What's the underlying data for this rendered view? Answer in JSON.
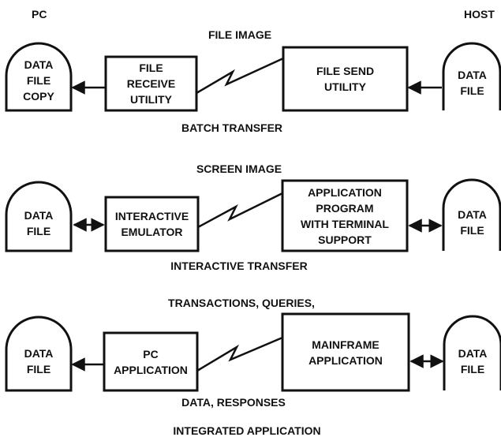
{
  "corners": {
    "left": "PC",
    "right": "HOST"
  },
  "row1": {
    "top_label": "FILE IMAGE",
    "bottom_label": "BATCH TRANSFER",
    "pc_file": "DATA\nFILE\nCOPY",
    "pc_box": "FILE\nRECEIVE\nUTILITY",
    "host_box": "FILE SEND\nUTILITY",
    "host_file": "DATA\nFILE"
  },
  "row2": {
    "top_label": "SCREEN IMAGE",
    "bottom_label": "INTERACTIVE TRANSFER",
    "pc_file": "DATA\nFILE",
    "pc_box": "INTERACTIVE\nEMULATOR",
    "host_box": "APPLICATION\nPROGRAM\nWITH TERMINAL\nSUPPORT",
    "host_file": "DATA\nFILE"
  },
  "row3": {
    "top_label": "TRANSACTIONS, QUERIES,",
    "bottom_label": "DATA, RESPONSES",
    "caption": "INTEGRATED APPLICATION",
    "pc_file": "DATA\nFILE",
    "pc_box": "PC\nAPPLICATION",
    "host_box": "MAINFRAME\nAPPLICATION",
    "host_file": "DATA\nFILE"
  }
}
